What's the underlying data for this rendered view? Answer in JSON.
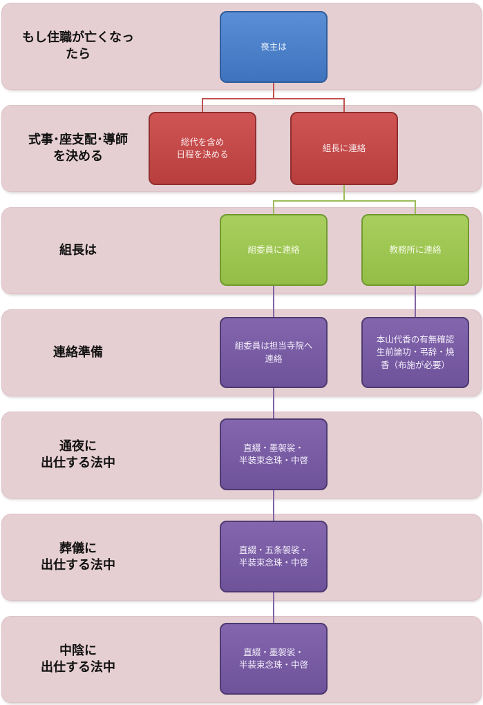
{
  "rows": [
    {
      "label": "もし住職が亡くなっ\nたら"
    },
    {
      "label": "式事･座支配･導師\nを決める"
    },
    {
      "label": "組長は"
    },
    {
      "label": "連絡準備"
    },
    {
      "label": "通夜に\n出仕する法中"
    },
    {
      "label": "葬儀に\n出仕する法中"
    },
    {
      "label": "中陰に\n出仕する法中"
    }
  ],
  "nodes": {
    "mourner": "喪主は",
    "decide_date": "総代を含め\n日程を決める",
    "contact_head": "組長に連絡",
    "contact_members": "組委員に連絡",
    "contact_office": "教務所に連絡",
    "members_to_temple": "組委員は担当寺院へ\n連絡",
    "office_task": "本山代香の有無確認\n生前論功・弔辞・焼\n香（布施が必要）",
    "wake_attire": "直綴・墨袈裟・\n半装束念珠・中啓",
    "funeral_attire": "直綴・五条袈裟・\n半装束念珠・中啓",
    "chuin_attire": "直綴・墨袈裟・\n半装束念珠・中啓"
  },
  "colors": {
    "band": "#e6cfd3",
    "blue": "#4a81cc",
    "red": "#c44a4a",
    "green": "#9bc451",
    "purple": "#7a5da5"
  }
}
